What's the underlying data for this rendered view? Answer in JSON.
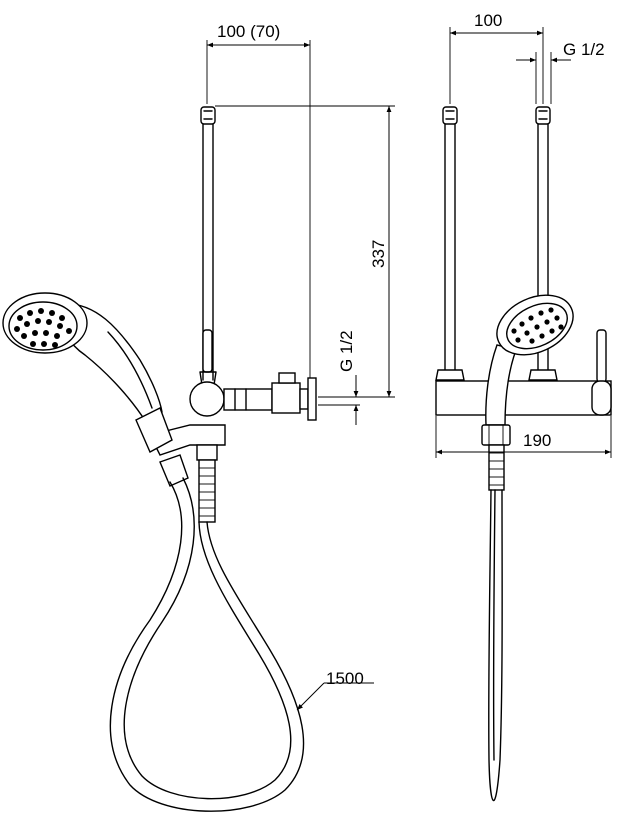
{
  "dimensions": {
    "left_top_width": "100 (70)",
    "left_height": "337",
    "left_thread": "G 1/2",
    "right_top_width": "100",
    "right_thread": "G 1/2",
    "right_body_width": "190",
    "hose_length": "1500"
  }
}
